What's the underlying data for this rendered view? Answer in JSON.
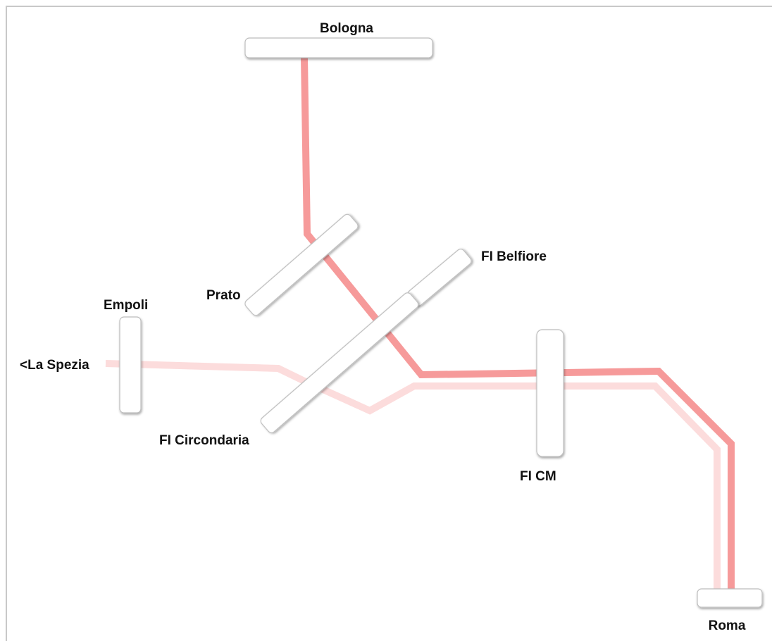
{
  "diagram": {
    "colors": {
      "line_primary": "#f69a9a",
      "line_secondary": "#fcdcdc",
      "station_fill": "#ffffff",
      "station_border": "#bdbdbd"
    },
    "stations": {
      "bologna": "Bologna",
      "prato": "Prato",
      "fi_belfiore": "FI Belfiore",
      "empoli": "Empoli",
      "la_spezia": "<La Spezia",
      "fi_circondaria": "FI Circondaria",
      "fi_cm": "FI CM",
      "roma": "Roma"
    }
  }
}
